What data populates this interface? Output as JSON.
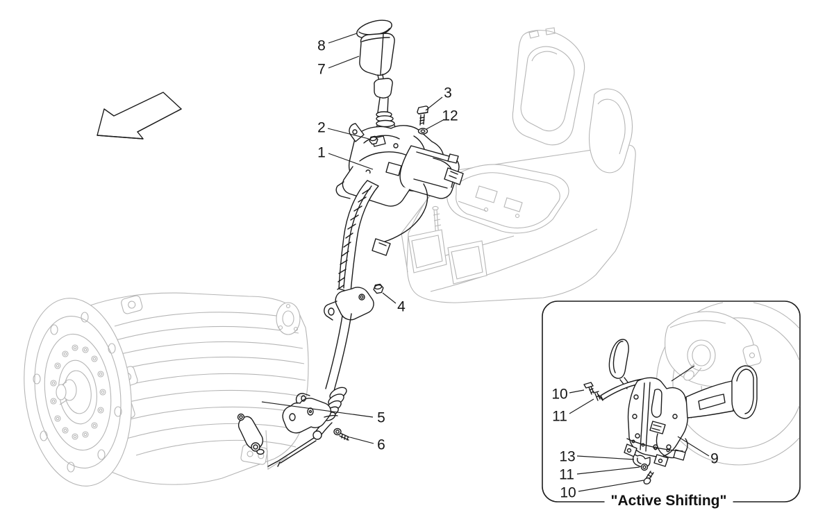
{
  "diagram": {
    "type": "parts-diagram",
    "inset": {
      "label": "\"Active Shifting\""
    },
    "callouts": {
      "n1": "1",
      "n2": "2",
      "n3": "3",
      "n4": "4",
      "n5": "5",
      "n6": "6",
      "n7": "7",
      "n8": "8",
      "n9": "9",
      "n10": "10",
      "n11": "11",
      "n12": "12",
      "n13": "13"
    },
    "icons": {
      "direction_arrow": "↙"
    },
    "colors": {
      "background": "#ffffff",
      "line_dark": "#1b1b1b",
      "line_light": "#b5b5b5"
    }
  }
}
